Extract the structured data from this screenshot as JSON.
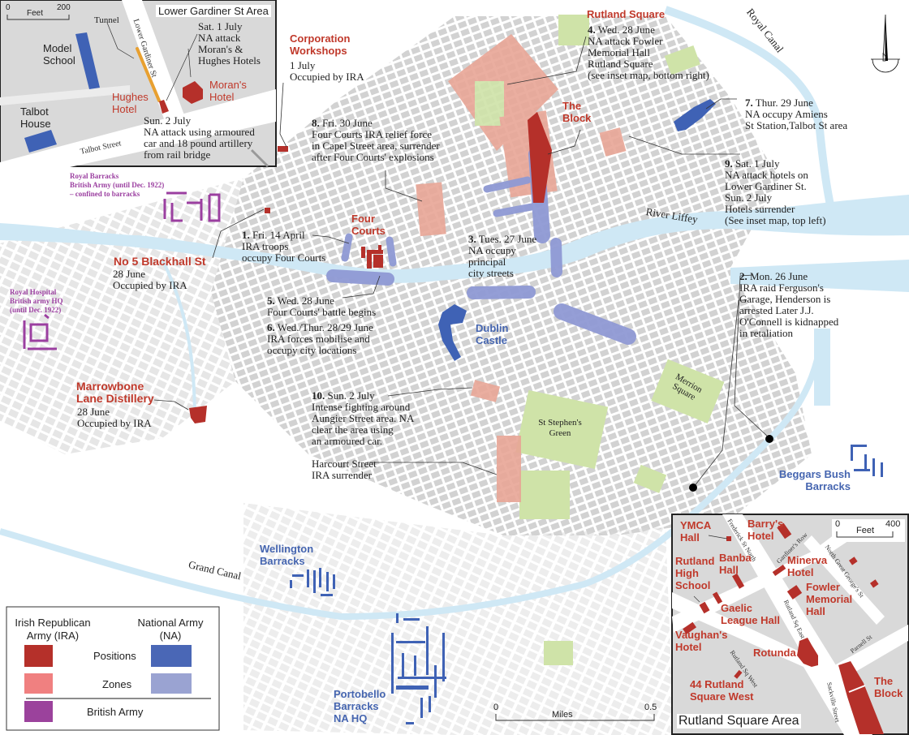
{
  "colors": {
    "ira_position": "#b5302a",
    "ira_zone": "#e8a596",
    "na_position": "#3f62b5",
    "na_zone": "#8f99d4",
    "british_army": "#9b3fa0",
    "water": "#cfe8f5",
    "park": "#cfe3a8",
    "label_red": "#c0392b",
    "label_blue": "#4565b0"
  },
  "water_labels": {
    "royal_canal": "Royal Canal",
    "river_liffey": "River Liffey",
    "grand_canal": "Grand Canal"
  },
  "parks": {
    "stephens_green": "St Stephen's Green",
    "merrion_square": "Merrion Square"
  },
  "places": {
    "corporation_workshops": {
      "name": "Corporation\nWorkshops",
      "note": "1 July\nOccupied by IRA"
    },
    "rutland_square": {
      "name": "Rutland Square"
    },
    "the_block": {
      "name": "The\nBlock"
    },
    "four_courts": {
      "name": "Four\nCourts"
    },
    "blackhall": {
      "name": "No 5 Blackhall St",
      "note": "28 June\nOccupied by IRA"
    },
    "marrowbone": {
      "name": "Marrowbone\nLane Distillery",
      "note": "28 June\nOccupied by IRA"
    },
    "royal_barracks": {
      "name": "Royal Barracks\nBritish Army (until Dec. 1922)\n– confined to barracks"
    },
    "royal_hospital": {
      "name": "Royal Hospital\nBritish army HQ\n(until Dec. 1922)"
    },
    "dublin_castle": {
      "name": "Dublin\nCastle"
    },
    "beggars_bush": {
      "name": "Beggars Bush\nBarracks"
    },
    "wellington": {
      "name": "Wellington\nBarracks"
    },
    "portobello": {
      "name": "Portobello\nBarracks\nNA HQ"
    },
    "harcourt": {
      "note": "Harcourt Street\nIRA surrender"
    }
  },
  "events": [
    {
      "num": "1.",
      "text": " Fri. 14 April\nIRA  troops\noccupy Four Courts"
    },
    {
      "num": "2.",
      "text": " Mon. 26 June\nIRA raid Ferguson's\nGarage, Henderson is\narrested Later J.J.\nO'Connell is kidnapped\nin retaliation"
    },
    {
      "num": "3.",
      "text": " Tues. 27 June\nNA  occupy\nprincipal\ncity streets"
    },
    {
      "num": "4.",
      "text": " Wed. 28 June\nNA  attack Fowler\nMemorial Hall\nRutland Square\n(see inset map, bottom right)"
    },
    {
      "num": "5.",
      "text": " Wed. 28 June\nFour Courts' battle begins"
    },
    {
      "num": "6.",
      "text": " Wed./Thur. 28/29 June\nIRA forces mobilise and\noccupy city locations"
    },
    {
      "num": "7.",
      "text": " Thur. 29 June\nNA occupy Amiens\nSt Station,Talbot St area"
    },
    {
      "num": "8.",
      "text": " Fri. 30 June\nFour Courts IRA  relief force\nin Capel Street area, surrender\nafter Four Courts' explosions"
    },
    {
      "num": "9.",
      "text": " Sat. 1 July\nNA  attack hotels on\nLower  Gardiner St.\nSun. 2 July\nHotels surrender\n(See inset map, top left)"
    },
    {
      "num": "10.",
      "text": " Sun. 2 July\nIntense fighting around\nAungier Street area. NA\nclear the area using\nan armoured car."
    }
  ],
  "north_arrow": {
    "label": "N"
  },
  "scale_bar": {
    "start": "0",
    "end": "0.5",
    "unit": "Miles"
  },
  "inset_gardiner": {
    "title": "Lower Gardiner St Area",
    "scale": {
      "start": "0",
      "end": "200",
      "unit": "Feet"
    },
    "tunnel": "Tunnel",
    "street_gardiner": "Lower Gardiner St",
    "street_talbot": "Talbot Street",
    "model_school": "Model\nSchool",
    "talbot_house": "Talbot\nHouse",
    "hughes_hotel": "Hughes\nHotel",
    "morans_hotel": "Moran's\nHotel",
    "note_sat": "Sat. 1 July\nNA attack\nMoran's &\nHughes Hotels",
    "note_sun": "Sun. 2 July\nNA attack using armoured\ncar and 18 pound artillery\nfrom rail bridge"
  },
  "inset_rutland": {
    "title": "Rutland Square Area",
    "scale": {
      "start": "0",
      "end": "400",
      "unit": "Feet"
    },
    "buildings": {
      "ymca": "YMCA\nHall",
      "barrys": "Barry's\nHotel",
      "rutland_high": "Rutland\nHigh\nSchool",
      "banba": "Banba\nHall",
      "minerva": "Minerva\nHotel",
      "fowler": "Fowler\nMemorial\nHall",
      "gaelic": "Gaelic\nLeague Hall",
      "vaughans": "Vaughan's\nHotel",
      "rotunda": "Rotunda",
      "rutland44": "44 Rutland\nSquare West",
      "block": "The\nBlock"
    },
    "streets": {
      "frederick": "Frederick St North",
      "gardiners_row": "Gardiner's Row",
      "north_great_georges": "North Great George's St",
      "rutland_east": "Rutland Sq East",
      "rutland_west": "Rutland Sq West",
      "parnell": "Parnell St",
      "sackville": "Sackville Street"
    }
  },
  "legend": {
    "ira_header": "Irish Republican\nArmy (IRA)",
    "na_header": "National Army\n(NA)",
    "positions": "Positions",
    "zones": "Zones",
    "british": "British Army"
  }
}
